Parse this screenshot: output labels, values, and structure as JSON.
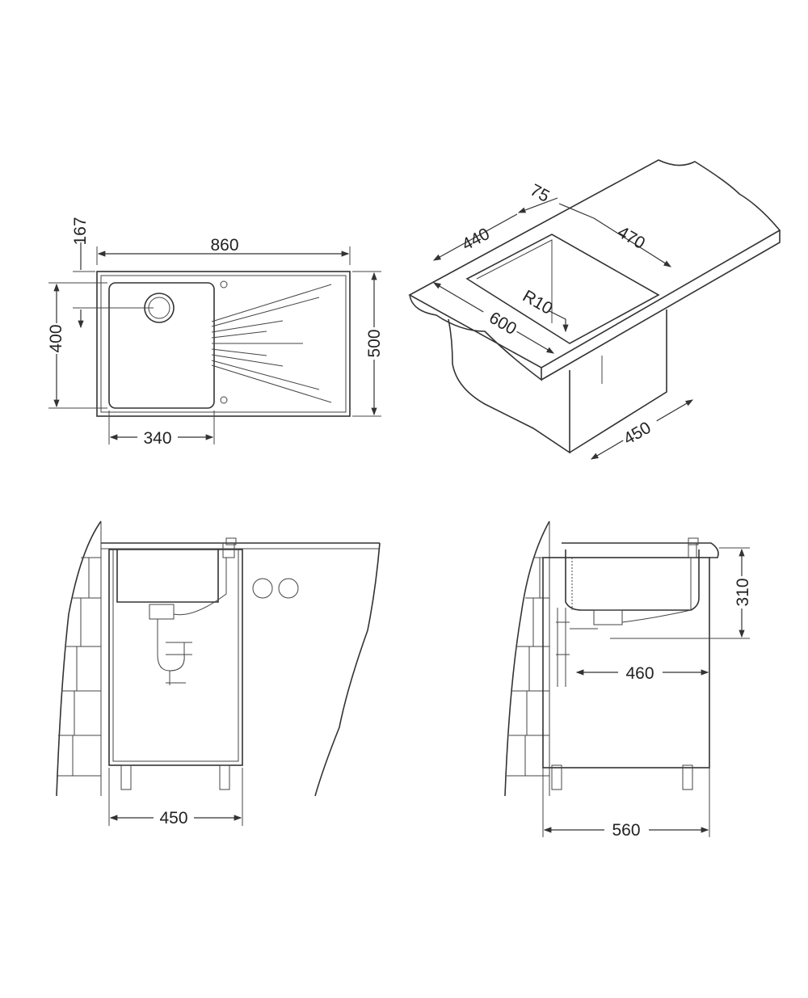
{
  "plan_view": {
    "width_label": "860",
    "offset_label": "167",
    "bowl_height_label": "400",
    "height_label": "500",
    "bowl_width_label": "340"
  },
  "iso_view": {
    "edge_label": "75",
    "cutout_depth_label": "440",
    "cutout_width_label": "470",
    "radius_label": "R10",
    "cabinet_width_label": "600",
    "cabinet_depth_label": "450"
  },
  "front_view": {
    "cabinet_width_label": "450"
  },
  "side_view": {
    "depth_label": "310",
    "drain_offset_label": "460",
    "cabinet_depth_label": "560"
  }
}
